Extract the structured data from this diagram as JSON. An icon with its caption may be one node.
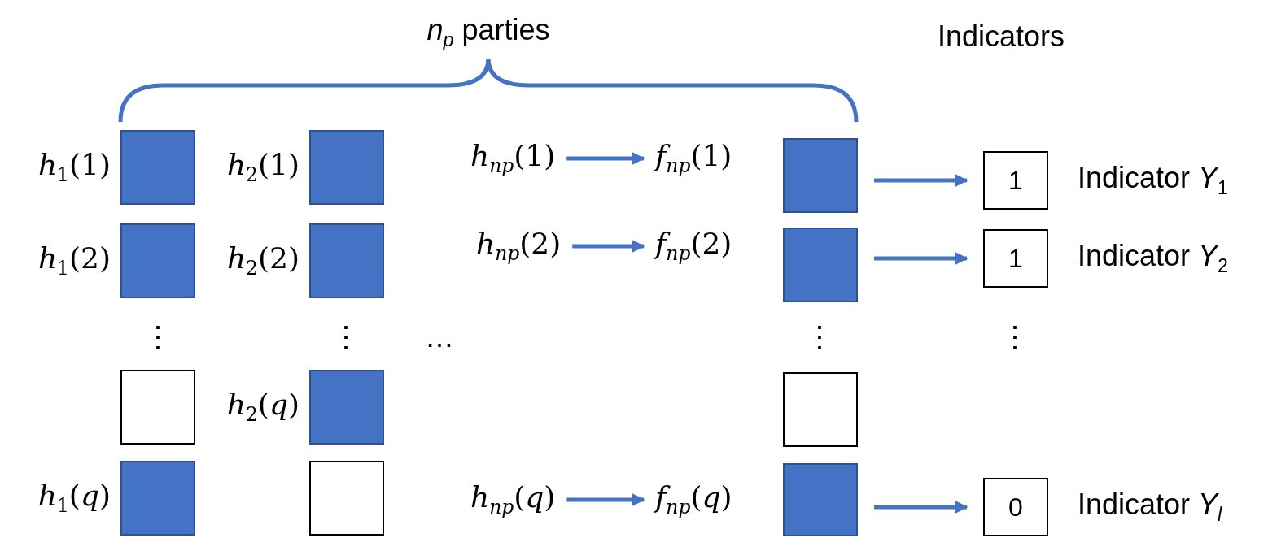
{
  "diagram": {
    "nodes": [
      {
        "text": [],
        "shape": "box",
        "beside": [
          "*h*$_{1}$(1)"
        ]
      },
      {
        "text": [],
        "shape": "box",
        "beside": [
          "*h*$_{1}$(2)"
        ]
      },
      {
        "text": [],
        "shape": "box"
      },
      {
        "text": [],
        "shape": "box",
        "beside": [
          "*h*$_{1}$(*q*)"
        ]
      },
      {
        "text": [],
        "shape": "box",
        "beside": [
          "*h*$_{2}$(1)"
        ]
      },
      {
        "text": [],
        "shape": "box",
        "beside": [
          "*h*$_{2}$(2)"
        ]
      },
      {
        "text": [],
        "shape": "box",
        "beside": [
          "*h*$_{2}$(*q*)"
        ]
      },
      {
        "text": [],
        "shape": "box"
      },
      {
        "text": [
          "*h*$_{np}$(1)"
        ]
      },
      {
        "text": [
          "*f*$_{np}$(1)"
        ]
      },
      {
        "text": [
          "*h*$_{np}$(2)"
        ]
      },
      {
        "text": [
          "*f*$_{np}$(2)"
        ]
      },
      {
        "text": [
          "*h*$_{np}$(*q*)"
        ]
      },
      {
        "text": [
          "*f*$_{np}$(*q*)"
        ]
      },
      {
        "text": [],
        "shape": "box"
      },
      {
        "text": [],
        "shape": "box"
      },
      {
        "text": [],
        "shape": "box"
      },
      {
        "text": [],
        "shape": "box"
      },
      {
        "text": [
          "1"
        ],
        "beside": [
          "Indicator *Y*$_{1}$"
        ]
      },
      {
        "text": [
          "1"
        ],
        "beside": [
          "Indicator *Y*$_{2}$"
        ]
      },
      {
        "text": [
          "0"
        ],
        "beside": [
          "Indicator *Y*$_{l}$"
        ]
      }
    ],
    "edges": [
      {
        "from": 8,
        "to": 9,
        "arrow": "to"
      },
      {
        "from": 10,
        "to": 11,
        "arrow": "to"
      },
      {
        "from": 12,
        "to": 13,
        "arrow": "to"
      },
      {
        "from": 14,
        "to": 18,
        "arrow": "to"
      },
      {
        "from": 15,
        "to": 19,
        "arrow": "to"
      },
      {
        "from": 17,
        "to": 20,
        "arrow": "to"
      }
    ],
    "labels": [
      "*n*$_{p}$ parties",
      "Indicators",
      "⋮",
      "⋮",
      "…",
      "⋮",
      "⋮"
    ]
  }
}
